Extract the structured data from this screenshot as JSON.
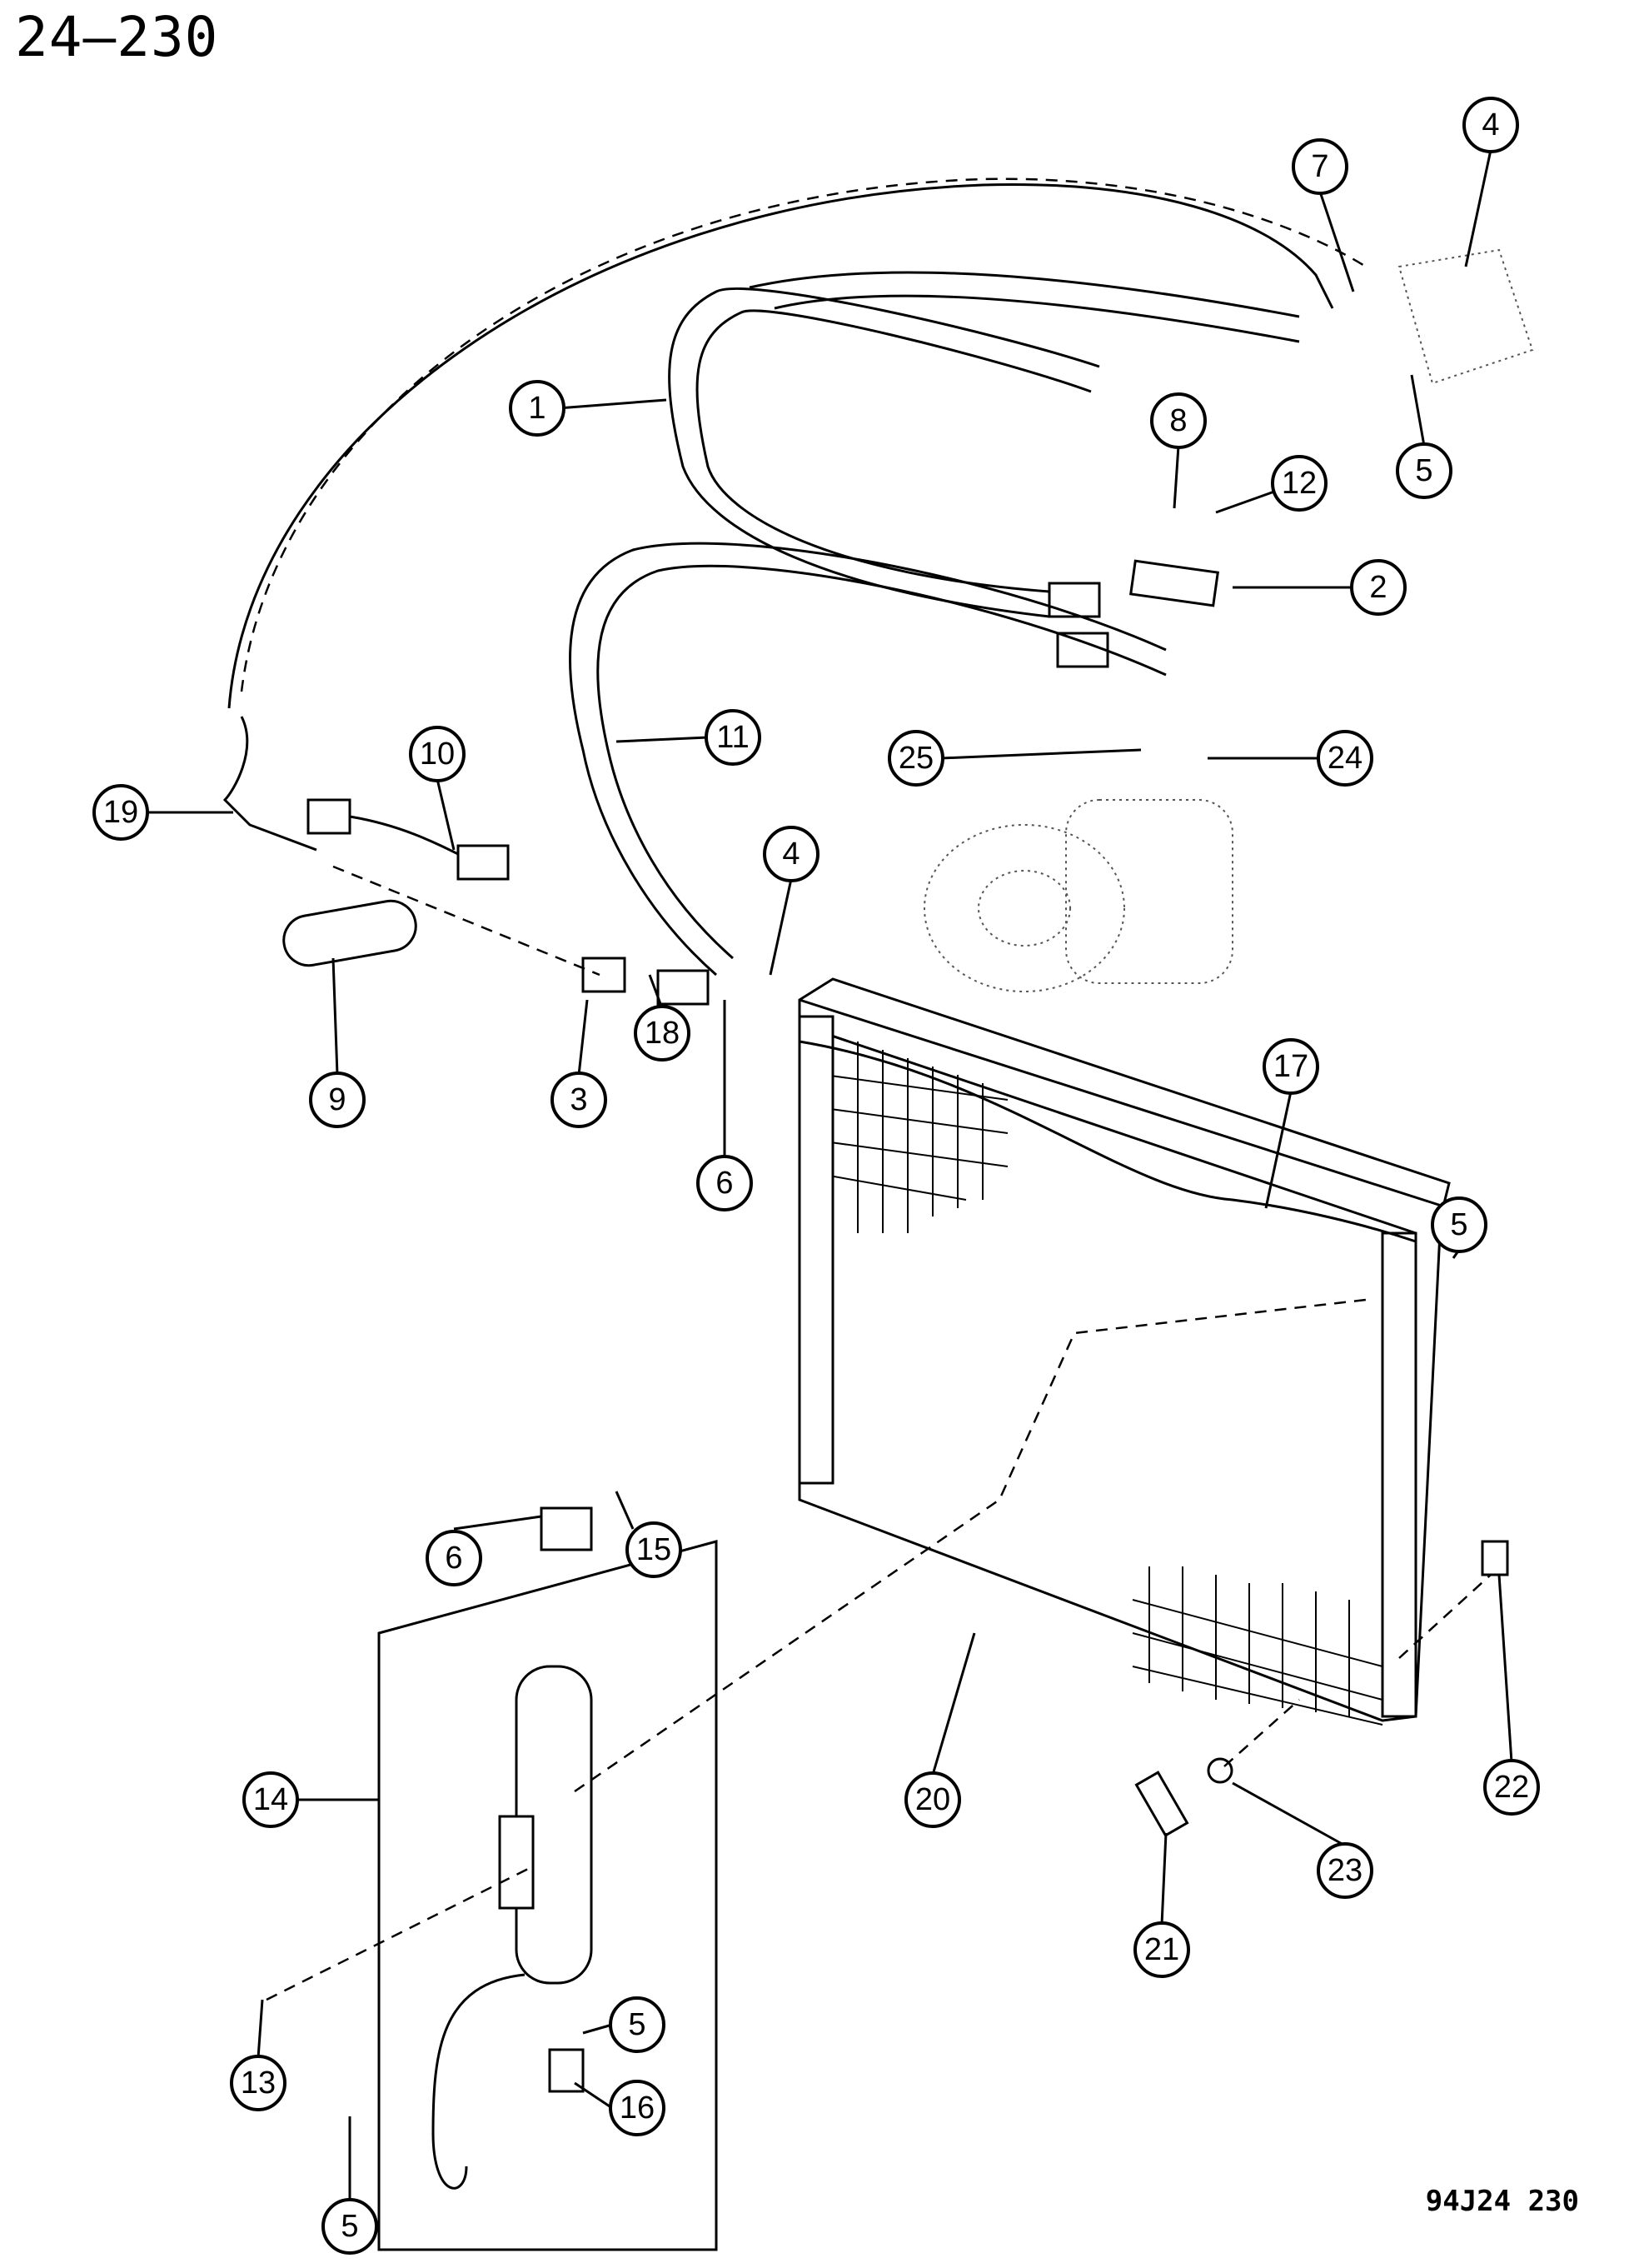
{
  "page": {
    "title": "24–230",
    "figure_code": "94J24  230"
  },
  "callouts": [
    {
      "id": "c1",
      "label": "1"
    },
    {
      "id": "c2",
      "label": "2"
    },
    {
      "id": "c3",
      "label": "3"
    },
    {
      "id": "c4a",
      "label": "4"
    },
    {
      "id": "c4b",
      "label": "4"
    },
    {
      "id": "c5a",
      "label": "5"
    },
    {
      "id": "c5b",
      "label": "5"
    },
    {
      "id": "c5c",
      "label": "5"
    },
    {
      "id": "c5d",
      "label": "5"
    },
    {
      "id": "c6a",
      "label": "6"
    },
    {
      "id": "c6b",
      "label": "6"
    },
    {
      "id": "c7",
      "label": "7"
    },
    {
      "id": "c8",
      "label": "8"
    },
    {
      "id": "c9",
      "label": "9"
    },
    {
      "id": "c10",
      "label": "10"
    },
    {
      "id": "c11",
      "label": "11"
    },
    {
      "id": "c12",
      "label": "12"
    },
    {
      "id": "c13",
      "label": "13"
    },
    {
      "id": "c14",
      "label": "14"
    },
    {
      "id": "c15",
      "label": "15"
    },
    {
      "id": "c16",
      "label": "16"
    },
    {
      "id": "c17",
      "label": "17"
    },
    {
      "id": "c18",
      "label": "18"
    },
    {
      "id": "c19",
      "label": "19"
    },
    {
      "id": "c20",
      "label": "20"
    },
    {
      "id": "c21",
      "label": "21"
    },
    {
      "id": "c22",
      "label": "22"
    },
    {
      "id": "c23",
      "label": "23"
    },
    {
      "id": "c24",
      "label": "24"
    },
    {
      "id": "c25",
      "label": "25"
    }
  ]
}
